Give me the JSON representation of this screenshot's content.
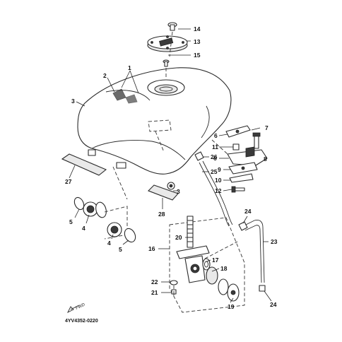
{
  "diagram": {
    "drawing_code": "4YV4352-0220",
    "fwd_label": "FWD",
    "callouts": {
      "c1": "1",
      "c2": "2",
      "c3a": "3",
      "c3b": "3",
      "c4a": "4",
      "c4b": "4",
      "c5a": "5",
      "c5b": "5",
      "c6a": "6",
      "c6b": "6",
      "c7": "7",
      "c8": "8",
      "c9": "9",
      "c10": "10",
      "c11": "11",
      "c12": "12",
      "c13": "13",
      "c14": "14",
      "c15": "15",
      "c16": "16",
      "c17": "17",
      "c18": "18",
      "c19": "19",
      "c20": "20",
      "c21": "21",
      "c22": "22",
      "c23": "23",
      "c24a": "24",
      "c24b": "24",
      "c25": "25",
      "c26": "26",
      "c27": "27",
      "c28": "28"
    }
  }
}
